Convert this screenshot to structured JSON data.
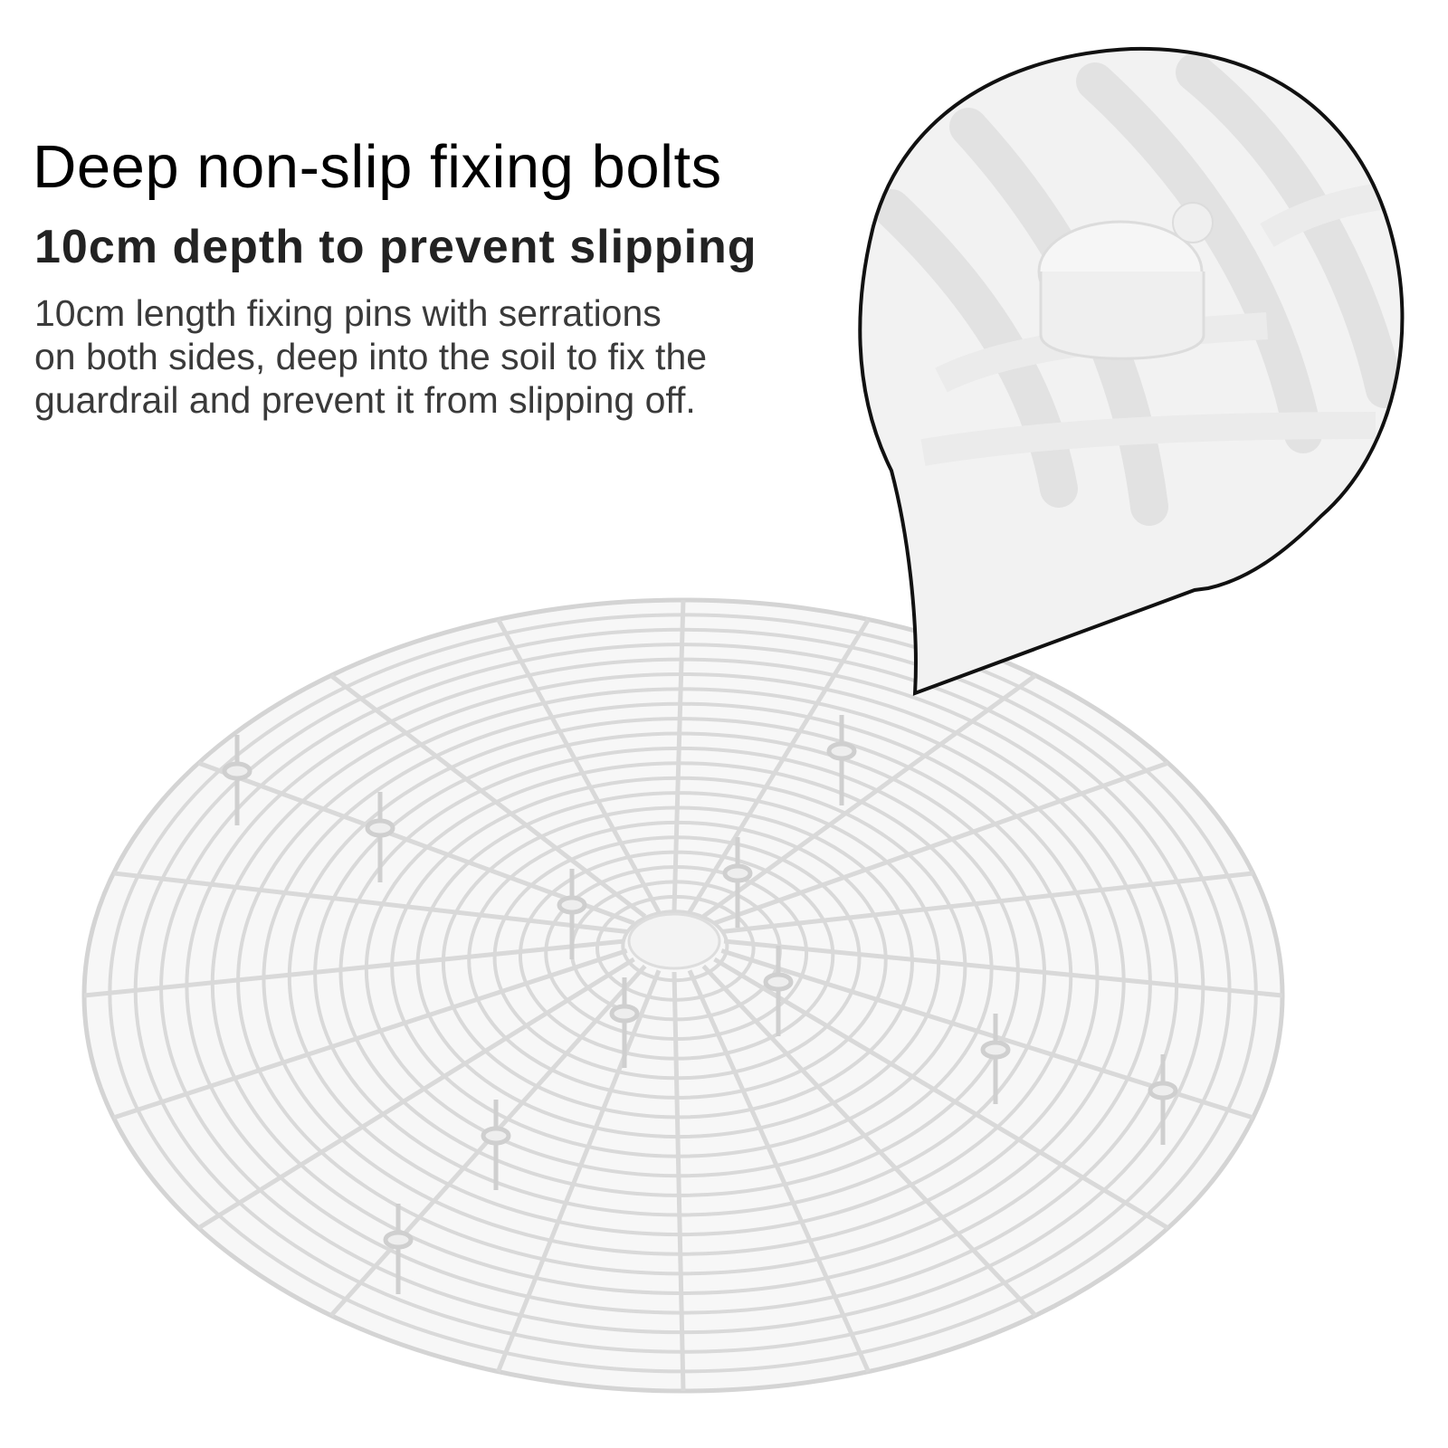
{
  "heading": "Deep non-slip fixing bolts",
  "subheading": "10cm depth to prevent slipping",
  "description": {
    "line1": "10cm length fixing pins with serrations",
    "line2": "on both sides, deep into the soil to fix the",
    "line3": "guardrail and prevent it from slipping off."
  },
  "colors": {
    "text": "#000000",
    "subtext": "#3a3a3a",
    "product": "#f4f4f4",
    "product_edge": "#d6d6d6",
    "callout_outline": "#111111"
  },
  "icons": [
    "zoom-callout",
    "fixing-pin"
  ]
}
